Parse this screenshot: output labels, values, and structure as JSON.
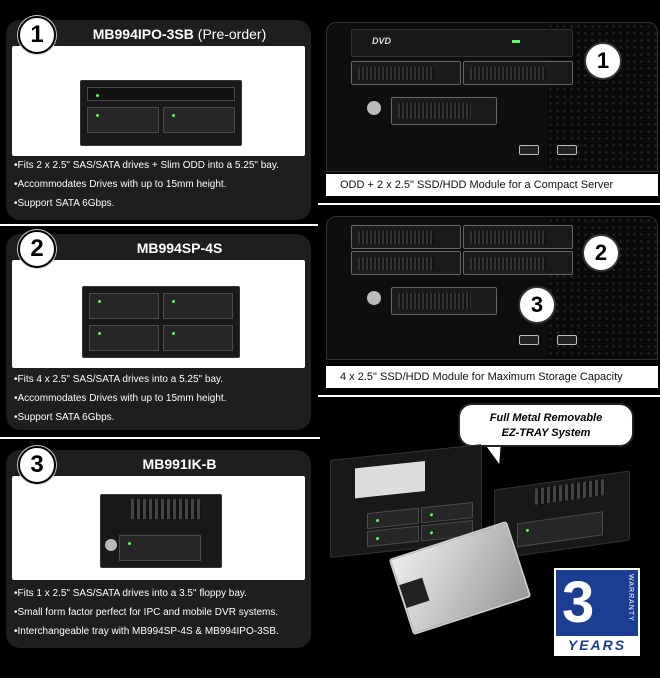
{
  "products": [
    {
      "number": "1",
      "model": "MB994IPO-3SB",
      "model_suffix": "(Pre-order)",
      "bullets": [
        "Fits 2 x 2.5\" SAS/SATA drives + Slim ODD into a 5.25\" bay.",
        "Accommodates Drives with up to 15mm height.",
        "Support SATA 6Gbps."
      ]
    },
    {
      "number": "2",
      "model": "MB994SP-4S",
      "model_suffix": "",
      "bullets": [
        "Fits 4 x 2.5\" SAS/SATA drives into a 5.25\" bay.",
        "Accommodates Drives with up to 15mm height.",
        "Support SATA 6Gbps."
      ]
    },
    {
      "number": "3",
      "model": "MB991IK-B",
      "model_suffix": "",
      "bullets": [
        "Fits 1 x 2.5\" SAS/SATA drives into a 3.5\" floppy bay.",
        "Small form factor perfect for IPC and mobile DVR systems.",
        "Interchangeable tray with MB994SP-4S & MB994IPO-3SB."
      ]
    }
  ],
  "servers": [
    {
      "caption": "ODD + 2 x 2.5\" SSD/HDD Module for a Compact Server",
      "callouts": [
        "1"
      ],
      "dvd_label": "DVD"
    },
    {
      "caption": "4 x 2.5\" SSD/HDD Module for Maximum Storage Capacity",
      "callouts": [
        "2",
        "3"
      ]
    }
  ],
  "ez_tray": {
    "line1": "Full Metal Removable",
    "line2": "EZ-TRAY System"
  },
  "warranty": {
    "number": "3",
    "vertical": "WARRANTY",
    "years": "YEARS"
  },
  "colors": {
    "card_bg": "#1e1e1e",
    "warranty_blue": "#1b3e92",
    "separator": "#ffffff"
  }
}
